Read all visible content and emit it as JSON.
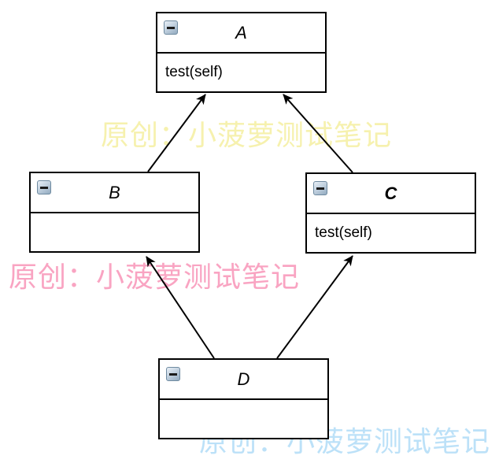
{
  "diagram": {
    "type": "uml-class-diagram",
    "classes": [
      {
        "name": "A",
        "methods": "test(self)",
        "collapse_icon": "minus"
      },
      {
        "name": "B",
        "methods": "",
        "collapse_icon": "minus"
      },
      {
        "name": "C",
        "methods": "test(self)",
        "collapse_icon": "minus"
      },
      {
        "name": "D",
        "methods": "",
        "collapse_icon": "minus"
      }
    ],
    "edges": [
      {
        "from": "B",
        "to": "A",
        "style": "solid-line-filled-arrowhead"
      },
      {
        "from": "C",
        "to": "A",
        "style": "solid-line-filled-arrowhead"
      },
      {
        "from": "D",
        "to": "B",
        "style": "solid-line-filled-arrowhead"
      },
      {
        "from": "D",
        "to": "C",
        "style": "solid-line-filled-arrowhead"
      }
    ]
  },
  "watermarks": [
    {
      "text": "原创：小菠萝测试笔记",
      "color": "#f6f1ae"
    },
    {
      "text": "原创：小菠萝测试笔记",
      "color": "#f9a4c2"
    },
    {
      "text": "原创：小菠萝测试笔记",
      "color": "#bce1f8"
    }
  ],
  "colors": {
    "box_border": "#000000",
    "box_fill": "#ffffff",
    "edge": "#000000",
    "collapse_icon_border": "#6e8aa0"
  }
}
